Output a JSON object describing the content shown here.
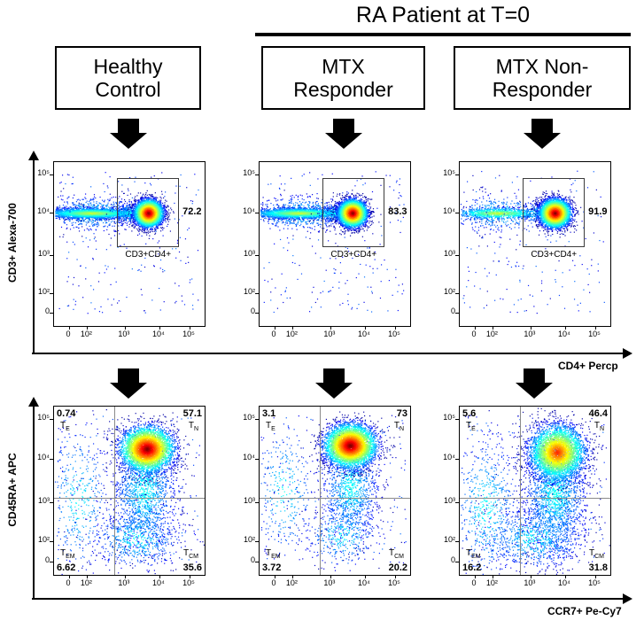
{
  "figure": {
    "title": "RA Patient at T=0",
    "column_headers": [
      "Healthy Control",
      "MTX Responder",
      "MTX Non-Responder"
    ],
    "row1_y_axis": "CD3+ Alexa-700",
    "row1_x_axis": "CD4+ Percp",
    "row2_y_axis": "CD45RA+ APC",
    "row2_x_axis": "CCR7+ Pe-Cy7"
  },
  "axis_ticks": {
    "labels": [
      "0",
      "10²",
      "10³",
      "10⁴",
      "10⁵"
    ],
    "x_fractions": [
      0.1,
      0.22,
      0.47,
      0.7,
      0.9
    ],
    "y_fractions": [
      0.92,
      0.8,
      0.57,
      0.31,
      0.076
    ]
  },
  "chart_data": [
    {
      "id": "healthy-cd3cd4",
      "type": "scatter",
      "row": 1,
      "col": 0,
      "sample": "Healthy Control",
      "x_axis": "CD4+ Percp",
      "y_axis": "CD3+ Alexa-700",
      "gate": {
        "label": "CD3+CD4+",
        "percent": "72.2",
        "x0": 0.42,
        "x1": 0.83,
        "y0": 0.095,
        "y1": 0.52
      },
      "clusters": [
        {
          "style": "cold",
          "cx": 0.26,
          "cy": 0.31,
          "sx": 0.17,
          "sy": 0.05,
          "n": 700
        },
        {
          "style": "band",
          "cx": 0.25,
          "cy": 0.31,
          "sx": 0.16,
          "sy": 0.016,
          "n": 2600
        },
        {
          "style": "cold",
          "cx": 0.5,
          "cy": 0.31,
          "sx": 0.05,
          "sy": 0.03,
          "n": 280
        },
        {
          "style": "noise",
          "x0": 0.02,
          "x1": 0.96,
          "y0": 0.05,
          "y1": 0.92,
          "n": 230
        },
        {
          "style": "hot",
          "cx": 0.625,
          "cy": 0.31,
          "sx": 0.046,
          "sy": 0.04,
          "n": 4200
        }
      ]
    },
    {
      "id": "responder-cd3cd4",
      "type": "scatter",
      "row": 1,
      "col": 1,
      "sample": "MTX Responder",
      "x_axis": "CD4+ Percp",
      "y_axis": "CD3+ Alexa-700",
      "gate": {
        "label": "CD3+CD4+",
        "percent": "83.3",
        "x0": 0.42,
        "x1": 0.83,
        "y0": 0.095,
        "y1": 0.52
      },
      "clusters": [
        {
          "style": "cold",
          "cx": 0.27,
          "cy": 0.31,
          "sx": 0.17,
          "sy": 0.05,
          "n": 600
        },
        {
          "style": "band",
          "cx": 0.26,
          "cy": 0.31,
          "sx": 0.16,
          "sy": 0.016,
          "n": 2200
        },
        {
          "style": "cold",
          "cx": 0.5,
          "cy": 0.31,
          "sx": 0.05,
          "sy": 0.03,
          "n": 240
        },
        {
          "style": "noise",
          "x0": 0.02,
          "x1": 0.96,
          "y0": 0.05,
          "y1": 0.92,
          "n": 210
        },
        {
          "style": "hot",
          "cx": 0.615,
          "cy": 0.31,
          "sx": 0.046,
          "sy": 0.04,
          "n": 4300
        }
      ]
    },
    {
      "id": "nonresponder-cd3cd4",
      "type": "scatter",
      "row": 1,
      "col": 2,
      "sample": "MTX Non-Responder",
      "x_axis": "CD4+ Percp",
      "y_axis": "CD3+ Alexa-700",
      "gate": {
        "label": "CD3+CD4+",
        "percent": "91.9",
        "x0": 0.42,
        "x1": 0.83,
        "y0": 0.095,
        "y1": 0.52
      },
      "clusters": [
        {
          "style": "cold",
          "cx": 0.26,
          "cy": 0.31,
          "sx": 0.16,
          "sy": 0.055,
          "n": 420
        },
        {
          "style": "band",
          "cx": 0.25,
          "cy": 0.31,
          "sx": 0.15,
          "sy": 0.017,
          "n": 950
        },
        {
          "style": "cold",
          "cx": 0.5,
          "cy": 0.31,
          "sx": 0.05,
          "sy": 0.03,
          "n": 150
        },
        {
          "style": "noise",
          "x0": 0.02,
          "x1": 0.96,
          "y0": 0.05,
          "y1": 0.92,
          "n": 200
        },
        {
          "style": "hot",
          "cx": 0.63,
          "cy": 0.31,
          "sx": 0.05,
          "sy": 0.042,
          "n": 4400
        }
      ]
    },
    {
      "id": "healthy-memory",
      "type": "scatter",
      "row": 2,
      "col": 0,
      "sample": "Healthy Control",
      "x_axis": "CCR7+ Pe-Cy7",
      "y_axis": "CD45RA+ APC",
      "quadrant_split": {
        "x": 0.4,
        "y": 0.54
      },
      "quadrants": [
        {
          "name": "TE",
          "base": "T",
          "sub": "E",
          "percent": "0.74",
          "corner": "top-left"
        },
        {
          "name": "TN",
          "base": "T",
          "sub": "N",
          "percent": "57.1",
          "corner": "top-right"
        },
        {
          "name": "TEM",
          "base": "T",
          "sub": "EM",
          "percent": "6.62",
          "corner": "bottom-left"
        },
        {
          "name": "TCM",
          "base": "T",
          "sub": "CM",
          "percent": "35.6",
          "corner": "bottom-right"
        }
      ],
      "clusters": [
        {
          "style": "cold",
          "cx": 0.6,
          "cy": 0.5,
          "sx": 0.1,
          "sy": 0.17,
          "n": 1500
        },
        {
          "style": "cold",
          "cx": 0.55,
          "cy": 0.78,
          "sx": 0.14,
          "sy": 0.09,
          "n": 600
        },
        {
          "style": "cold",
          "cx": 0.16,
          "cy": 0.55,
          "sx": 0.1,
          "sy": 0.22,
          "n": 380
        },
        {
          "style": "noise",
          "x0": 0.02,
          "x1": 0.97,
          "y0": 0.05,
          "y1": 0.93,
          "n": 300
        },
        {
          "style": "hot",
          "cx": 0.615,
          "cy": 0.25,
          "sx": 0.085,
          "sy": 0.065,
          "n": 4300
        }
      ]
    },
    {
      "id": "responder-memory",
      "type": "scatter",
      "row": 2,
      "col": 1,
      "sample": "MTX Responder",
      "x_axis": "CCR7+ Pe-Cy7",
      "y_axis": "CD45RA+ APC",
      "quadrant_split": {
        "x": 0.4,
        "y": 0.54
      },
      "quadrants": [
        {
          "name": "TE",
          "base": "T",
          "sub": "E",
          "percent": "3.1",
          "corner": "top-left"
        },
        {
          "name": "TN",
          "base": "T",
          "sub": "N",
          "percent": "73",
          "corner": "top-right"
        },
        {
          "name": "TEM",
          "base": "T",
          "sub": "EM",
          "percent": "3.72",
          "corner": "bottom-left"
        },
        {
          "name": "TCM",
          "base": "T",
          "sub": "CM",
          "percent": "20.2",
          "corner": "bottom-right"
        }
      ],
      "clusters": [
        {
          "style": "cold",
          "cx": 0.6,
          "cy": 0.48,
          "sx": 0.09,
          "sy": 0.15,
          "n": 1100
        },
        {
          "style": "cold",
          "cx": 0.55,
          "cy": 0.76,
          "sx": 0.12,
          "sy": 0.09,
          "n": 350
        },
        {
          "style": "cold",
          "cx": 0.16,
          "cy": 0.5,
          "sx": 0.1,
          "sy": 0.2,
          "n": 300
        },
        {
          "style": "noise",
          "x0": 0.02,
          "x1": 0.97,
          "y0": 0.05,
          "y1": 0.93,
          "n": 260
        },
        {
          "style": "hot",
          "cx": 0.6,
          "cy": 0.23,
          "sx": 0.083,
          "sy": 0.062,
          "n": 4800
        }
      ]
    },
    {
      "id": "nonresponder-memory",
      "type": "scatter",
      "row": 2,
      "col": 2,
      "sample": "MTX Non-Responder",
      "x_axis": "CCR7+ Pe-Cy7",
      "y_axis": "CD45RA+ APC",
      "quadrant_split": {
        "x": 0.4,
        "y": 0.54
      },
      "quadrants": [
        {
          "name": "TE",
          "base": "T",
          "sub": "E",
          "percent": "5.6",
          "corner": "top-left"
        },
        {
          "name": "TN",
          "base": "T",
          "sub": "N",
          "percent": "46.4",
          "corner": "top-right"
        },
        {
          "name": "TEM",
          "base": "T",
          "sub": "EM",
          "percent": "16.2",
          "corner": "bottom-left"
        },
        {
          "name": "TCM",
          "base": "T",
          "sub": "CM",
          "percent": "31.8",
          "corner": "bottom-right"
        }
      ],
      "clusters": [
        {
          "style": "cold",
          "cx": 0.63,
          "cy": 0.52,
          "sx": 0.1,
          "sy": 0.18,
          "n": 2000
        },
        {
          "style": "cold",
          "cx": 0.5,
          "cy": 0.78,
          "sx": 0.16,
          "sy": 0.09,
          "n": 700
        },
        {
          "style": "cold",
          "cx": 0.17,
          "cy": 0.6,
          "sx": 0.11,
          "sy": 0.22,
          "n": 600
        },
        {
          "style": "noise",
          "x0": 0.02,
          "x1": 0.97,
          "y0": 0.05,
          "y1": 0.93,
          "n": 300
        },
        {
          "style": "warm",
          "cx": 0.645,
          "cy": 0.27,
          "sx": 0.09,
          "sy": 0.08,
          "n": 3800
        }
      ]
    }
  ]
}
